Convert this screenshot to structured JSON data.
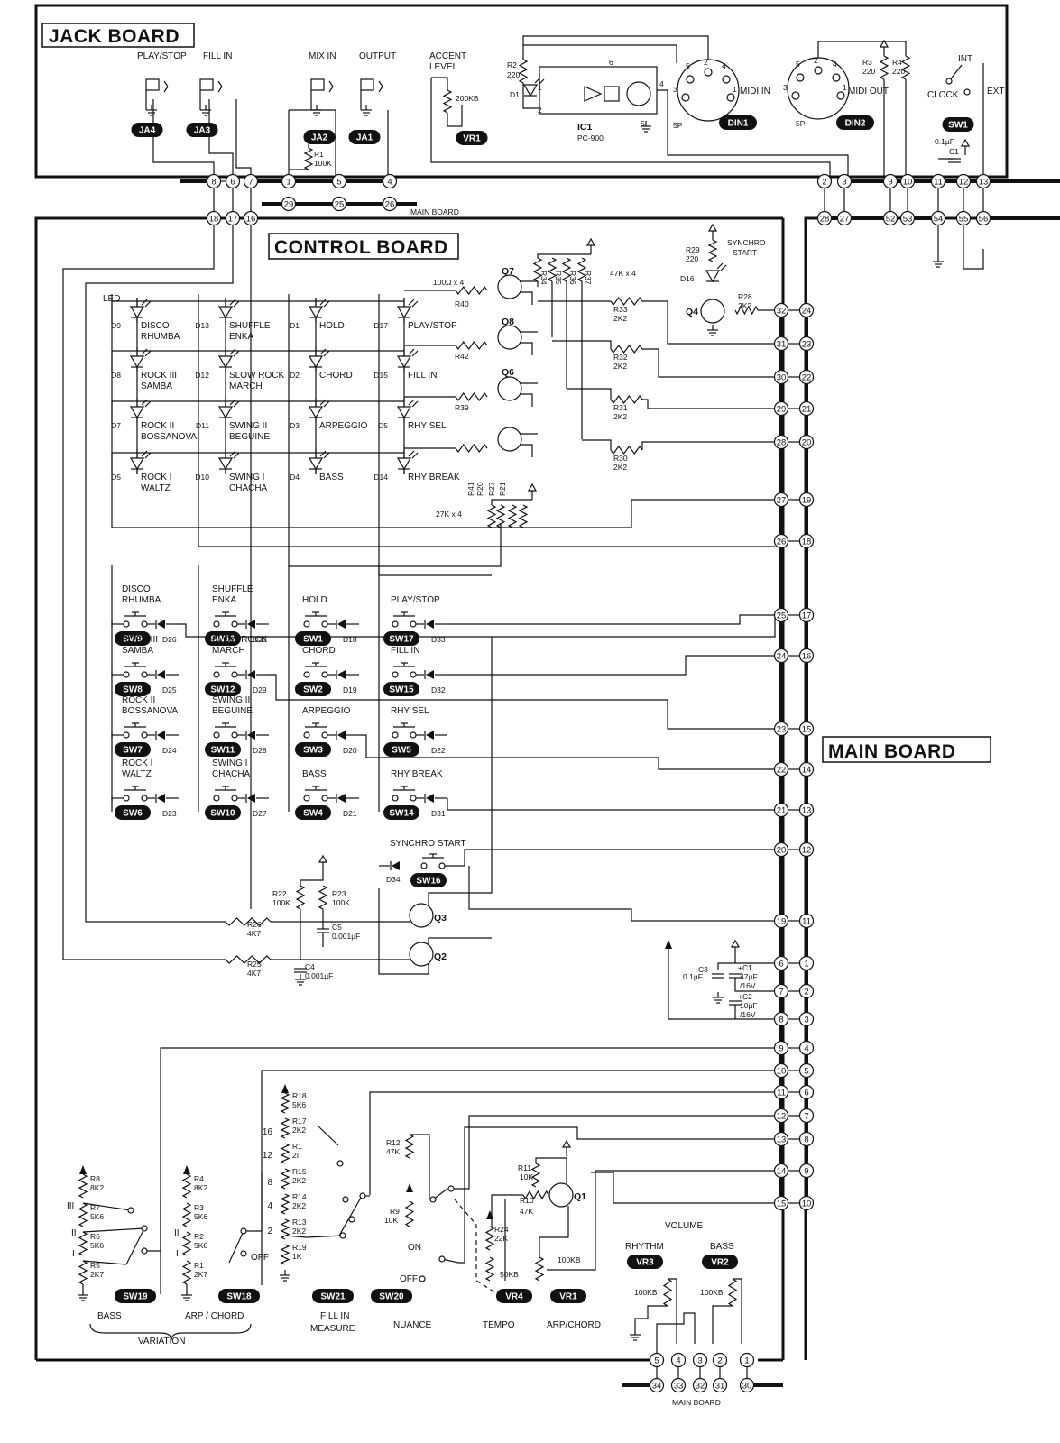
{
  "boards": {
    "jack": "JACK BOARD",
    "control": "CONTROL BOARD",
    "main": "MAIN BOARD",
    "main_bottom_1": "MAIN BOARD",
    "main_bottom_2": "MAIN BOARD"
  },
  "jack_board": {
    "jacks": [
      {
        "id": "JA4",
        "label": "PLAY/STOP"
      },
      {
        "id": "JA3",
        "label": "FILL IN"
      },
      {
        "id": "JA2",
        "label": "MIX IN"
      },
      {
        "id": "JA1",
        "label": "OUTPUT"
      }
    ],
    "accent": {
      "label_1": "ACCENT",
      "label_2": "LEVEL",
      "value": "200KB",
      "id": "VR1"
    },
    "r1": {
      "name": "R1",
      "value": "100K"
    },
    "opto": {
      "r2": "R2",
      "r2_val": "220",
      "d1": "D1",
      "ic": "IC1",
      "part": "PC-900",
      "pins": [
        "1",
        "2",
        "6",
        "4",
        "5"
      ]
    },
    "midi_in": {
      "label": "MIDI IN",
      "id": "DIN1",
      "pins": [
        "5",
        "2",
        "4",
        "3",
        "1"
      ],
      "type": "5P"
    },
    "midi_out": {
      "label": "MIDI OUT",
      "id": "DIN2",
      "pins": [
        "5",
        "2",
        "4",
        "3",
        "1"
      ],
      "type": "5P",
      "r3": "R3",
      "r3_val": "220",
      "r4": "R4",
      "r4_val": "220"
    },
    "switch": {
      "int": "INT",
      "clock": "CLOCK",
      "ext": "EXT",
      "id": "SW1"
    },
    "cap": {
      "value": "0.1µF",
      "name": "C1"
    },
    "top_pins": [
      "8",
      "6",
      "7",
      "1",
      "5",
      "4",
      "2",
      "3",
      "9",
      "10",
      "11",
      "12",
      "13"
    ],
    "main_pins": [
      "29",
      "25",
      "26",
      "28",
      "27",
      "52",
      "53",
      "54",
      "55",
      "56"
    ],
    "ctrl_pins": [
      "18",
      "17",
      "16"
    ]
  },
  "control_board": {
    "led_label": "LED",
    "leds": [
      {
        "d": "D9",
        "l1": "DISCO",
        "l2": "RHUMBA"
      },
      {
        "d": "D13",
        "l1": "SHUFFLE",
        "l2": "ENKA"
      },
      {
        "d": "D1",
        "l1": "HOLD",
        "l2": ""
      },
      {
        "d": "D17",
        "l1": "PLAY/STOP",
        "l2": ""
      },
      {
        "d": "D8",
        "l1": "ROCK III",
        "l2": "SAMBA"
      },
      {
        "d": "D12",
        "l1": "SLOW ROCK",
        "l2": "MARCH"
      },
      {
        "d": "D2",
        "l1": "CHORD",
        "l2": ""
      },
      {
        "d": "D15",
        "l1": "FILL IN",
        "l2": ""
      },
      {
        "d": "D7",
        "l1": "ROCK II",
        "l2": "BOSSANOVA"
      },
      {
        "d": "D11",
        "l1": "SWING II",
        "l2": "BEGUINE"
      },
      {
        "d": "D3",
        "l1": "ARPEGGIO",
        "l2": ""
      },
      {
        "d": "D5",
        "l1": "RHY SEL",
        "l2": ""
      },
      {
        "d": "D5",
        "l1": "ROCK I",
        "l2": "WALTZ"
      },
      {
        "d": "D10",
        "l1": "SWING I",
        "l2": "CHACHA"
      },
      {
        "d": "D4",
        "l1": "BASS",
        "l2": ""
      },
      {
        "d": "D14",
        "l1": "RHY BREAK",
        "l2": ""
      }
    ],
    "transistors": [
      "Q7",
      "Q8",
      "Q6"
    ],
    "res_note_1": "100Ω x 4",
    "res_note_2": "47K x 4",
    "res_note_3": "27K x 4",
    "r_base": [
      "R40",
      "R42",
      "R39"
    ],
    "r_stack": [
      "R34",
      "R35",
      "R36",
      "R37"
    ],
    "r_coll": [
      {
        "n": "R33",
        "v": "2K2"
      },
      {
        "n": "R32",
        "v": "2K2"
      },
      {
        "n": "R31",
        "v": "2K2"
      },
      {
        "n": "R30",
        "v": "2K2"
      }
    ],
    "r_pull": [
      "R41",
      "R20",
      "R27",
      "R21"
    ],
    "synchro": {
      "label_1": "SYNCHRO",
      "label_2": "START",
      "r29": "R29",
      "r29_val": "220",
      "d16": "D16",
      "q4": "Q4",
      "r28": "R28",
      "r28_val": "2K2"
    },
    "switches": [
      {
        "sw": "SW9",
        "d": "D26",
        "l1": "DISCO",
        "l2": "RHUMBA"
      },
      {
        "sw": "SW13",
        "d": "D30",
        "l1": "SHUFFLE",
        "l2": "ENKA"
      },
      {
        "sw": "SW1",
        "d": "D18",
        "l1": "HOLD",
        "l2": ""
      },
      {
        "sw": "SW17",
        "d": "D33",
        "l1": "PLAY/STOP",
        "l2": ""
      },
      {
        "sw": "SW8",
        "d": "D25",
        "l1": "ROCK III",
        "l2": "SAMBA"
      },
      {
        "sw": "SW12",
        "d": "D29",
        "l1": "SLOW ROCK",
        "l2": "MARCH"
      },
      {
        "sw": "SW2",
        "d": "D19",
        "l1": "CHORD",
        "l2": ""
      },
      {
        "sw": "SW15",
        "d": "D32",
        "l1": "FILL IN",
        "l2": ""
      },
      {
        "sw": "SW7",
        "d": "D24",
        "l1": "ROCK II",
        "l2": "BOSSANOVA"
      },
      {
        "sw": "SW11",
        "d": "D28",
        "l1": "SWING II",
        "l2": "BEGUINE"
      },
      {
        "sw": "SW3",
        "d": "D20",
        "l1": "ARPEGGIO",
        "l2": ""
      },
      {
        "sw": "SW5",
        "d": "D22",
        "l1": "RHY SEL",
        "l2": ""
      },
      {
        "sw": "SW6",
        "d": "D23",
        "l1": "ROCK I",
        "l2": "WALTZ"
      },
      {
        "sw": "SW10",
        "d": "D27",
        "l1": "SWING I",
        "l2": "CHACHA"
      },
      {
        "sw": "SW4",
        "d": "D21",
        "l1": "BASS",
        "l2": ""
      },
      {
        "sw": "SW14",
        "d": "D31",
        "l1": "RHY BREAK",
        "l2": ""
      }
    ],
    "sw16": {
      "label": "SYNCHRO START",
      "sw": "SW16",
      "d": "D34"
    },
    "q3q2": {
      "r22": "R22",
      "r22_val": "100K",
      "r23": "R23",
      "r23_val": "100K",
      "r26": "R26",
      "r26_val": "4K7",
      "r25": "R25",
      "r25_val": "4K7",
      "c5": "C5",
      "c5_val": "0.001µF",
      "c4": "C4",
      "c4_val": "0.001µF",
      "q3": "Q3",
      "q2": "Q2"
    },
    "power": {
      "c3": "C3",
      "c3_val": "0.1µF",
      "c1": "+C1",
      "c1_val": "47µF",
      "c1_v": "/16V",
      "c2": "+C2",
      "c2_val": "10µF",
      "c2_v": "/16V"
    },
    "conn_left": [
      "32",
      "31",
      "30",
      "29",
      "28",
      "27",
      "26",
      "25",
      "24",
      "23",
      "22",
      "21",
      "20",
      "19",
      "6",
      "7",
      "8",
      "9",
      "10",
      "11",
      "12",
      "13",
      "14",
      "15"
    ],
    "conn_right": [
      "24",
      "23",
      "22",
      "21",
      "20",
      "19",
      "18",
      "17",
      "16",
      "15",
      "14",
      "13",
      "12",
      "11",
      "1",
      "2",
      "3",
      "4",
      "5",
      "6",
      "7",
      "8",
      "9",
      "10"
    ]
  },
  "bottom": {
    "sw19": {
      "id": "SW19",
      "pos": [
        "III",
        "II",
        "I"
      ],
      "res": [
        {
          "n": "R8",
          "v": "8K2"
        },
        {
          "n": "R7",
          "v": "5K6"
        },
        {
          "n": "R6",
          "v": "5K6"
        },
        {
          "n": "R5",
          "v": "2K7"
        }
      ]
    },
    "sw18": {
      "id": "SW18",
      "pos": [
        "II",
        "I"
      ],
      "res": [
        {
          "n": "R4",
          "v": "8K2"
        },
        {
          "n": "R3",
          "v": "5K6"
        },
        {
          "n": "R2",
          "v": "5K6"
        },
        {
          "n": "R1",
          "v": "2K7"
        }
      ]
    },
    "sw21": {
      "id": "SW21",
      "pos": [
        "16",
        "12",
        "8",
        "4",
        "2",
        "OFF"
      ],
      "res": [
        {
          "n": "R18",
          "v": "5K6"
        },
        {
          "n": "R17",
          "v": "2K2"
        },
        {
          "n": "R1",
          "v": "2I"
        },
        {
          "n": "R15",
          "v": "2K2"
        },
        {
          "n": "R14",
          "v": "2K2"
        },
        {
          "n": "R13",
          "v": "2K2"
        },
        {
          "n": "R19",
          "v": "1K"
        }
      ]
    },
    "sw20": {
      "id": "SW20",
      "on": "ON",
      "off": "OFF",
      "r12": "R12",
      "r12_val": "47K",
      "r9": "R9",
      "r9_val": "10K"
    },
    "tempo": {
      "id": "VR4",
      "r24": "R24",
      "r24_val": "22K",
      "val": "50KB"
    },
    "q1": {
      "q": "Q1",
      "r11": "R11",
      "r11_val": "10K",
      "r10": "R10",
      "r10_val": "47K"
    },
    "vr1": {
      "id": "VR1",
      "val": "100KB"
    },
    "volume": {
      "label": "VOLUME",
      "rhythm": "RHYTHM",
      "rhythm_id": "VR3",
      "bass": "BASS",
      "bass_id": "VR2",
      "val1": "100KB",
      "val2": "100KB"
    },
    "labels": {
      "bass": "BASS",
      "arp_chord": "ARP / CHORD",
      "variation": "VARIATION",
      "fill_in_1": "FILL IN",
      "fill_in_2": "MEASURE",
      "nuance": "NUANCE",
      "tempo": "TEMPO",
      "arp_chord_2": "ARP/CHORD"
    },
    "conn_top": [
      "5",
      "4",
      "3",
      "2",
      "1"
    ],
    "conn_bot": [
      "34",
      "33",
      "32",
      "31",
      "30"
    ]
  }
}
